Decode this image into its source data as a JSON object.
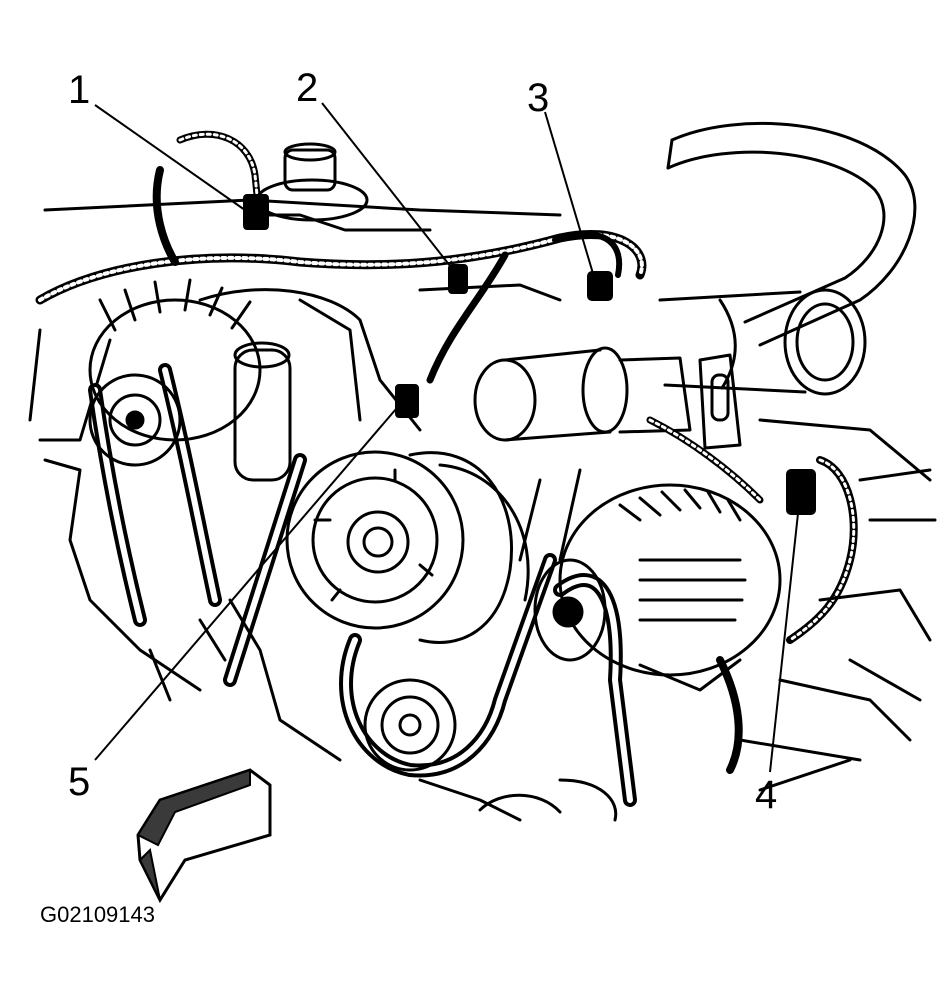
{
  "figure": {
    "id_label": "G02109143",
    "callouts": [
      {
        "number": "1",
        "target": "connector"
      },
      {
        "number": "2",
        "target": "connector"
      },
      {
        "number": "3",
        "target": "connector"
      },
      {
        "number": "4",
        "target": "connector"
      },
      {
        "number": "5",
        "target": "connector"
      }
    ]
  },
  "colors": {
    "ink": "#000000",
    "paper": "#ffffff",
    "arrow_fill": "#3a3a3a"
  },
  "icons": {
    "front_arrow": "forward-direction-arrow-icon"
  }
}
